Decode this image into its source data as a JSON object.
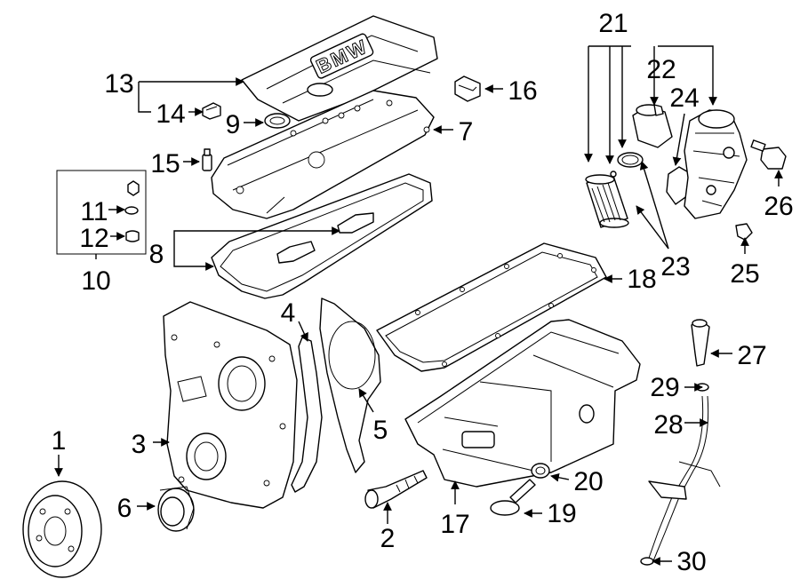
{
  "diagram": {
    "callouts": {
      "c1": "1",
      "c2": "2",
      "c3": "3",
      "c4": "4",
      "c5": "5",
      "c6": "6",
      "c7": "7",
      "c8": "8",
      "c9": "9",
      "c10": "10",
      "c11": "11",
      "c12": "12",
      "c13": "13",
      "c14": "14",
      "c15": "15",
      "c16": "16",
      "c17": "17",
      "c18": "18",
      "c19": "19",
      "c20": "20",
      "c21": "21",
      "c22": "22",
      "c23": "23",
      "c24": "24",
      "c25": "25",
      "c26": "26",
      "c27": "27",
      "c28": "28",
      "c29": "29",
      "c30": "30"
    },
    "logo_text": "BMW"
  }
}
